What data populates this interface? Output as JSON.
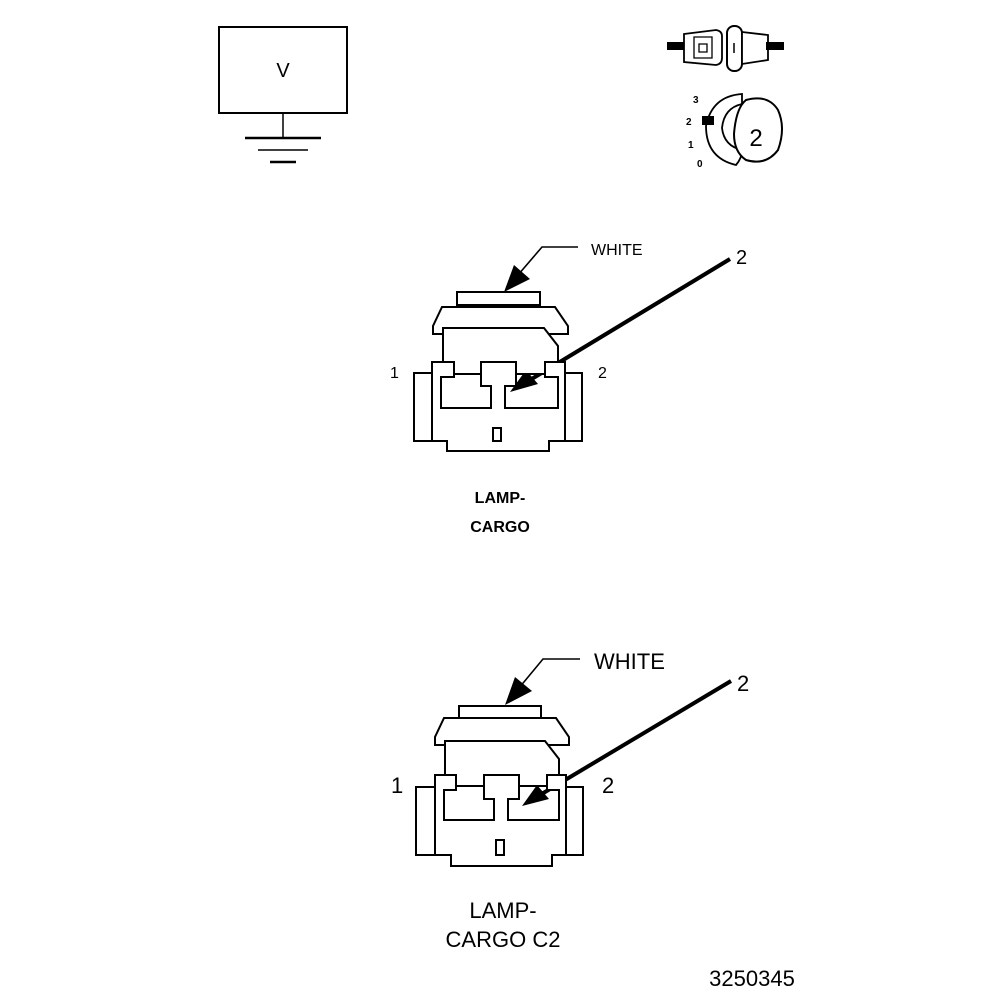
{
  "voltmeter": {
    "label": "V"
  },
  "probe_dial": {
    "positions": [
      "3",
      "2",
      "1",
      "0"
    ],
    "selected": "2"
  },
  "connector_top": {
    "color_label": "WHITE",
    "terminal_callout": "2",
    "pin_left": "1",
    "pin_right": "2",
    "name_line1": "LAMP-",
    "name_line2": "CARGO"
  },
  "connector_bottom": {
    "color_label": "WHITE",
    "terminal_callout": "2",
    "pin_left": "1",
    "pin_right": "2",
    "name_line1": "LAMP-",
    "name_line2": "CARGO C2"
  },
  "figure_id": "3250345"
}
